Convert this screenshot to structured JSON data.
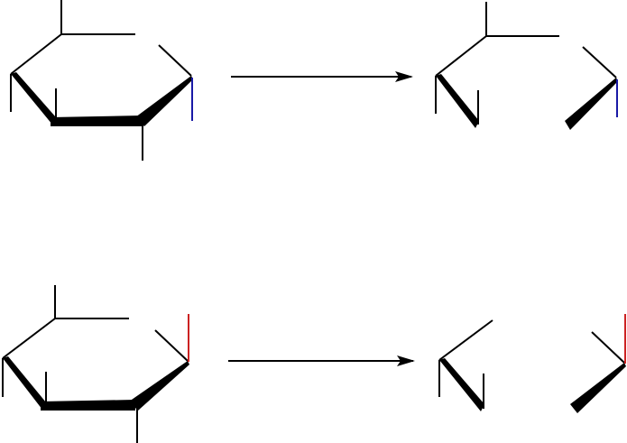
{
  "diagram": {
    "type": "reaction-scheme",
    "description_visible_text": "",
    "colors": {
      "bond": "#000000",
      "highlight_top": "#1a1aa6",
      "highlight_bottom": "#cc2222",
      "background": "#ffffff"
    },
    "reactions": [
      {
        "id": "top",
        "reactant": "haworth-ring-with-substituents",
        "arrow": "reaction-arrow-right",
        "product": "ring-opened-fragments",
        "highlight": "blue-bond"
      },
      {
        "id": "bottom",
        "reactant": "haworth-ring-with-substituents",
        "arrow": "reaction-arrow-right",
        "product": "ring-opened-fragments",
        "highlight": "red-bond"
      }
    ]
  }
}
